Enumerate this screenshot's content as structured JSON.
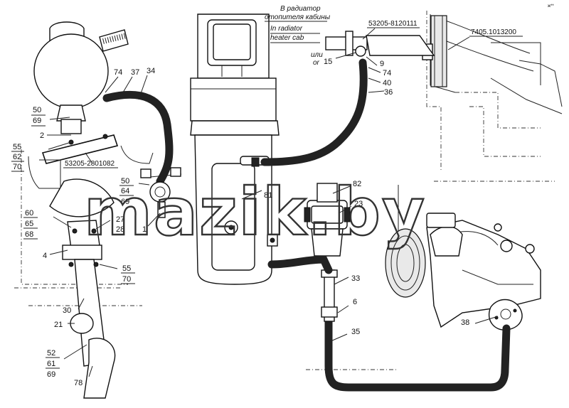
{
  "watermark": "mazik.by",
  "corner_mark": "ж**",
  "annotation": {
    "ru": "В радиатор отопителя кабины",
    "ru_line1": "В радиатор",
    "ru_line2": "отопителя кабины",
    "en": "In radiator heater cab",
    "en_line1": "In radiator",
    "en_line2": "heater cab",
    "or_ru": "или",
    "or_en": "or"
  },
  "part_numbers": {
    "p1": "53205-8120111",
    "p2": "7405.1013200",
    "p3": "53205-2801082"
  },
  "callouts": {
    "c74a": "74",
    "c37": "37",
    "c34": "34",
    "c50a": "50",
    "c69a": "69",
    "c2": "2",
    "c55a": "55",
    "c62": "62",
    "c70a": "70",
    "c50b": "50",
    "c64": "64",
    "c69b": "69",
    "c1": "1",
    "c60": "60",
    "c65": "65",
    "c68": "68",
    "c27": "27",
    "c28": "28",
    "c4": "4",
    "c55b": "55",
    "c70b": "70",
    "c30": "30",
    "c21": "21",
    "c52": "52",
    "c61": "61",
    "c69c": "69",
    "c78": "78",
    "c15": "15",
    "c9": "9",
    "c74b": "74",
    "c40": "40",
    "c36": "36",
    "c81": "81",
    "c82": "82",
    "c23": "23",
    "c33": "33",
    "c6": "6",
    "c35": "35",
    "c38": "38"
  }
}
